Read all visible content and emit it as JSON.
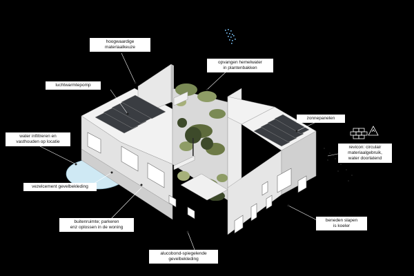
{
  "labels": {
    "hoogwaardige": "hoogwaardige\nmateriaalkeuze",
    "hemelwater": "opvangen hemelwater\nin plantenbakken",
    "luchtwarmtepomp": "luchtwarmtepomp",
    "zonnepanelen": "zonnepanelen",
    "water_infiltreren": "water infiltreren en\nvasthouden op locatie",
    "revicon": "revicon: circulair\nmateriaalgebruik,\nwater doorlatend",
    "vezelcement": "vezelcement gevelbekleding",
    "buitenruimte": "buitenruimte; parkeren\nenz oplossen in de woning",
    "beneden_slapen": "beneden slapen\nis koeler",
    "alucobond": "alucobond-spiegelende\ngevelbekleding"
  },
  "colors": {
    "background": "#000000",
    "roof": "#f2f2f2",
    "wall_light": "#e6e6e6",
    "wall_dark": "#bdbdbd",
    "solar_panel": "#3a3d42",
    "water": "#cfe9f4",
    "greenery": "#7a8a55",
    "tree": "#3d4a2a"
  },
  "icons": [
    "rain-icon",
    "recycle-bricks-icon"
  ]
}
